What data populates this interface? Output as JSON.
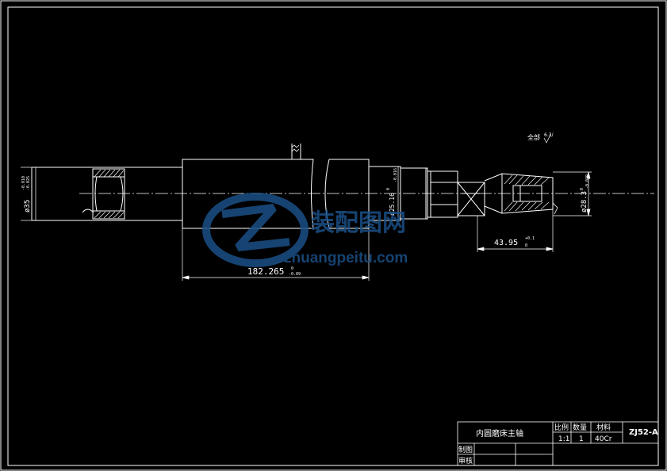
{
  "title_block": {
    "part_name": "内圆磨床主轴",
    "scale_label": "比例",
    "scale_value": "1:1",
    "quantity_label": "数量",
    "quantity_value": "1",
    "material_label": "材料",
    "material_value": "40Cr",
    "drawing_no": "ZJ52-A",
    "designer_label": "制图",
    "checker_label": "审核"
  },
  "dimensions": {
    "left_diameter": "ø35",
    "left_tol_top": "-0.010",
    "left_tol_bottom": "-0.025",
    "mid_diameter": "ø25.16",
    "mid_tol_top": "0",
    "mid_tol_bottom": "-0.016",
    "right_diameter": "ø28.3",
    "right_tol_top": "0",
    "right_tol_bottom": "-0.039",
    "length_main": "182.265",
    "length_main_tol_top": "0",
    "length_main_tol_bottom": "-0.09",
    "length_right": "43.95",
    "length_right_tol_top": "+0.1",
    "length_right_tol_bottom": "0"
  },
  "surface_note": {
    "label": "全部",
    "symbol": "6.3/"
  },
  "watermark": {
    "cn_text": "装配图网",
    "url": "zhuangpeitu.com",
    "color": "#1a4f86"
  },
  "colors": {
    "line": "#ffffff",
    "background": "#000000"
  }
}
